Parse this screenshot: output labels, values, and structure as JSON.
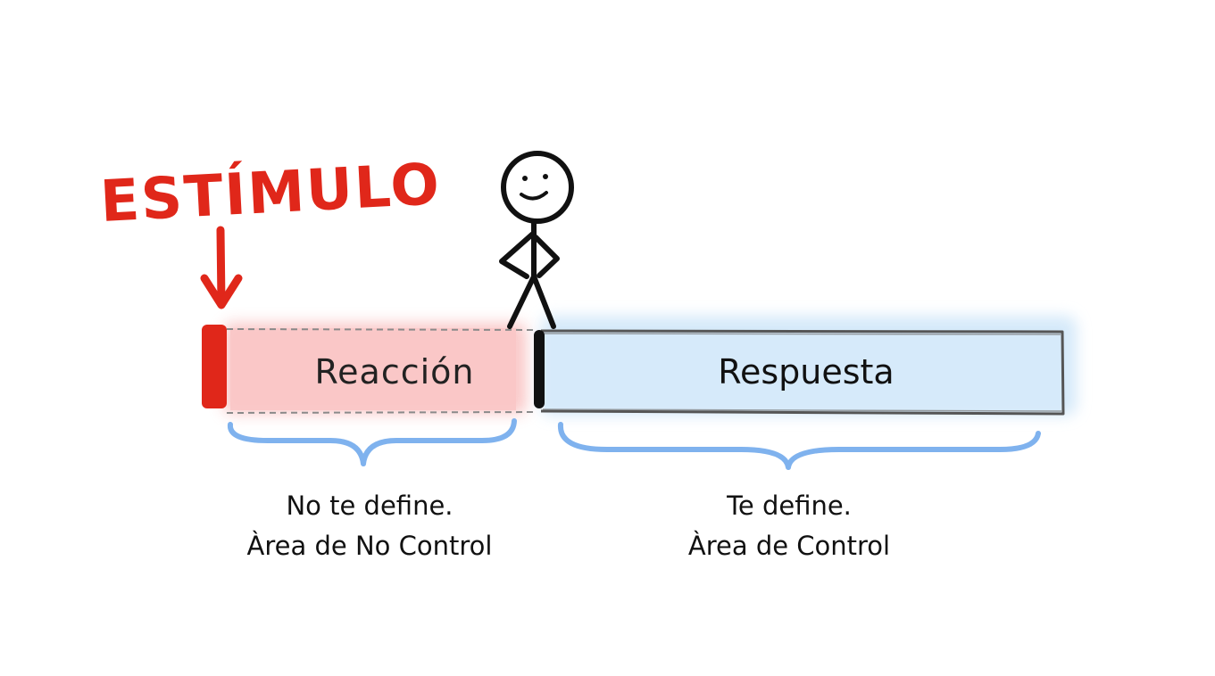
{
  "stimulus": {
    "label": "ESTÍMULO",
    "color": "#e0271a"
  },
  "reaction": {
    "label": "Reacción",
    "fill_color": "#f9c6c6",
    "caption_line1": "No te define.",
    "caption_line2": "Àrea de No Control"
  },
  "response": {
    "label": "Respuesta",
    "fill_color": "#d3e8f9",
    "caption_line1": "Te define.",
    "caption_line2": "Àrea de Control"
  },
  "colors": {
    "brace": "#7fb2ee",
    "ink": "#111111",
    "outline": "#555555"
  }
}
